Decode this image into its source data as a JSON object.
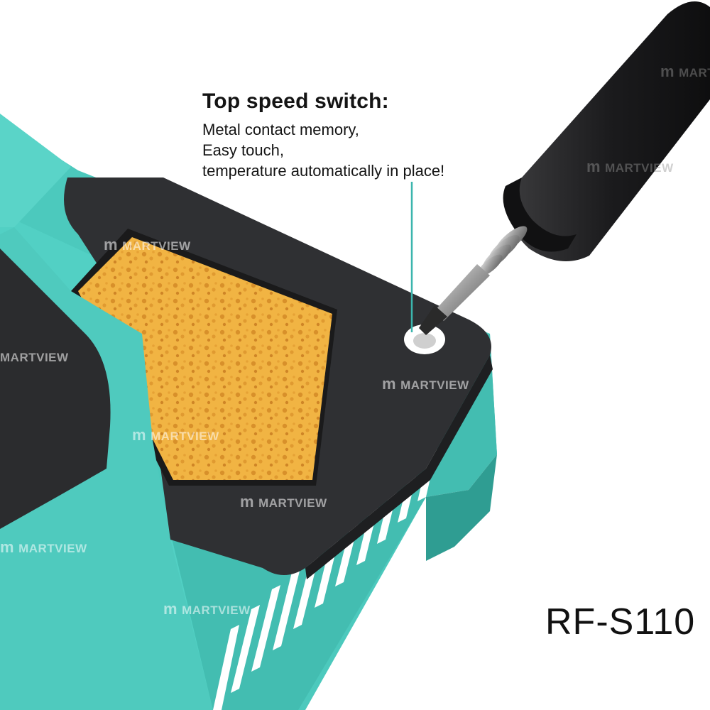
{
  "callout": {
    "title": "Top speed switch:",
    "lines": [
      "Metal contact memory,",
      "Easy touch,",
      "temperature automatically in place!"
    ]
  },
  "model_label": "RF-S110",
  "watermark": {
    "mark": "m",
    "text": "MARTVIEW"
  },
  "colors": {
    "teal_body": "#4cc9bd",
    "teal_shadow": "#36a99e",
    "dark_plate": "#2f3033",
    "sponge": "#f1b443",
    "handle": "#1c1c1e",
    "accent_line": "#3bb5ad"
  },
  "icons": [
    "soldering-iron-icon",
    "sponge-icon",
    "switch-hole-icon"
  ]
}
